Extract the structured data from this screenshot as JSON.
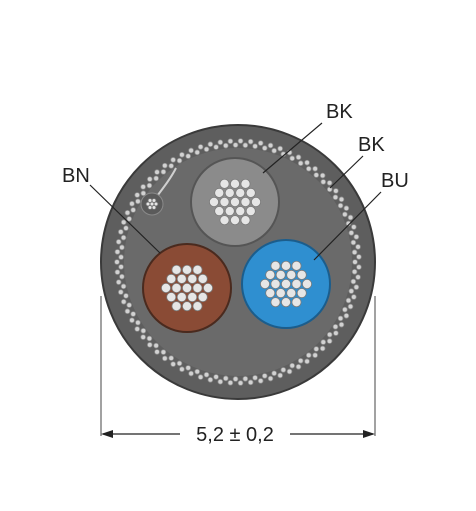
{
  "labels": {
    "bk_inner": "BK",
    "bk_outer": "BK",
    "bu": "BU",
    "bn": "BN"
  },
  "dimension": "5,2 ± 0,2",
  "colors": {
    "jacket": "#5e5e5e",
    "jacket_edge": "#3a3a3a",
    "filler": "#6a6a6a",
    "core_bk": "#8b8b8b",
    "core_bn": "#8a4b35",
    "core_bu": "#2f8fd0",
    "strand": "#e6e6e6",
    "shield_bead": "#d2d2d2",
    "leader": "#222222"
  }
}
